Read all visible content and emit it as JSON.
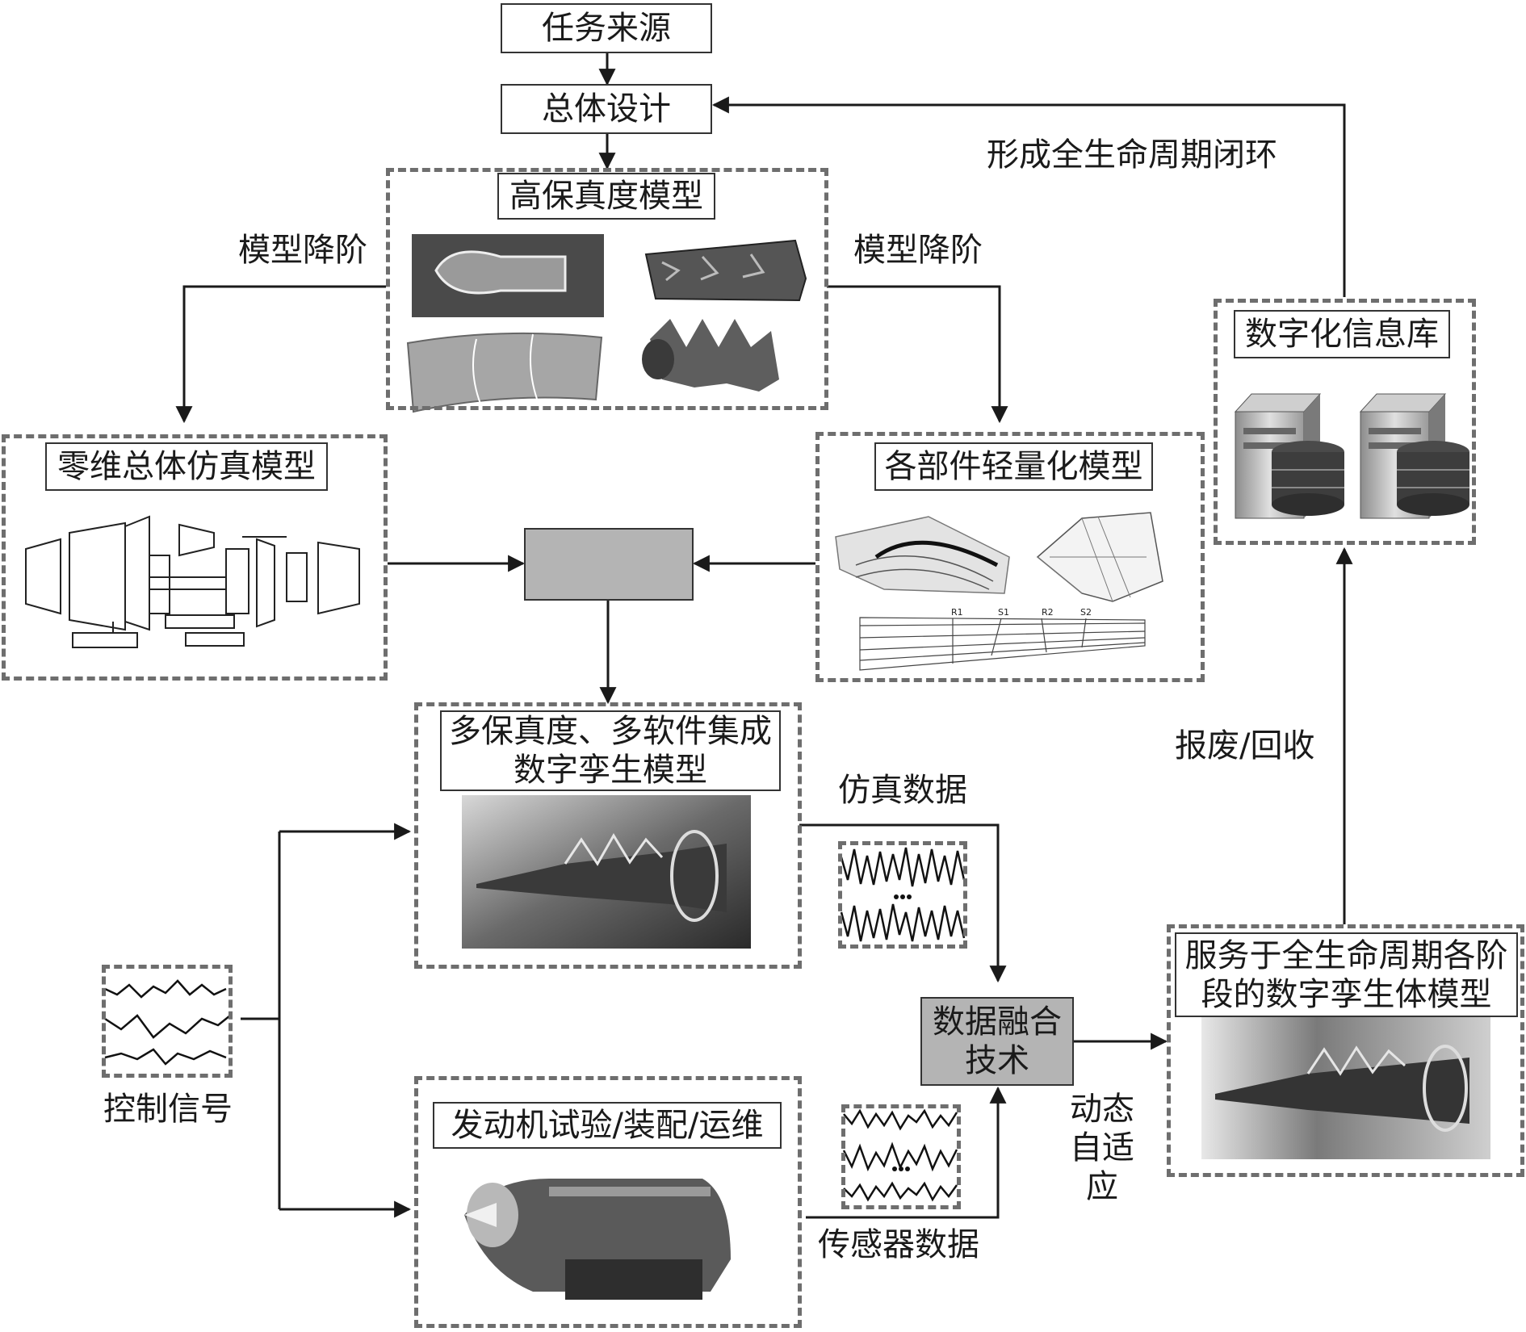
{
  "nodes": {
    "task_source": "任务来源",
    "overall_design": "总体设计",
    "high_fidelity": "高保真度模型",
    "zero_dim": "零维总体仿真模型",
    "lightweight": "各部件轻量化模型",
    "digital_library": "数字化信息库",
    "multi_fidelity": "多保真度、多软件集成数字孪生模型",
    "engine_test": "发动机试验/装配/运维",
    "data_fusion": "数据融合技术",
    "lifecycle_twin": "服务于全生命周期各阶段的数字孪生体模型"
  },
  "edge_labels": {
    "reduce_left": "模型降阶",
    "reduce_right": "模型降阶",
    "closed_loop": "形成全生命周期闭环",
    "scrap_recycle": "报废/回收",
    "sim_data": "仿真数据",
    "sensor_data": "传感器数据",
    "control_signal": "控制信号",
    "dynamic_adaptive": "动态自适应"
  },
  "colors": {
    "line": "#1a1a1a",
    "dash_border": "#6e6e6e",
    "fill_gray": "#b4b4b4",
    "photo_dark": "#3a3a3a"
  }
}
